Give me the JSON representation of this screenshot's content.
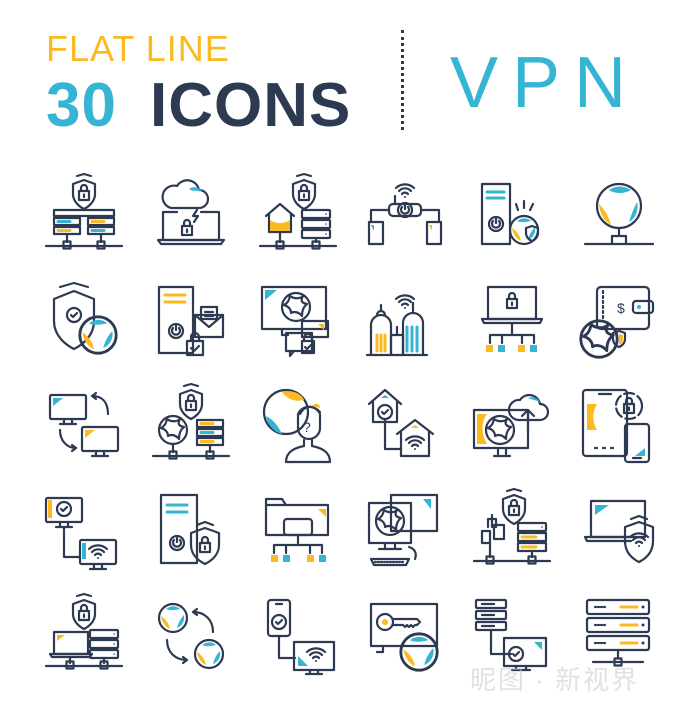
{
  "header": {
    "line1": "FLAT LINE",
    "number": "30",
    "icons_word": "ICONS",
    "topic": "VPN"
  },
  "colors": {
    "yellow": "#FBBA1F",
    "blue": "#35B4D3",
    "navy": "#2D3A52",
    "background": "#FFFFFF"
  },
  "icons": [
    {
      "row": 1,
      "col": 1,
      "name": "secure-server-network-icon"
    },
    {
      "row": 1,
      "col": 2,
      "name": "cloud-laptop-lock-icon"
    },
    {
      "row": 1,
      "col": 3,
      "name": "home-server-shield-icon"
    },
    {
      "row": 1,
      "col": 4,
      "name": "router-devices-icon"
    },
    {
      "row": 1,
      "col": 5,
      "name": "server-globe-shield-icon"
    },
    {
      "row": 1,
      "col": 6,
      "name": "globe-network-icon"
    },
    {
      "row": 2,
      "col": 1,
      "name": "shield-check-globe-icon"
    },
    {
      "row": 2,
      "col": 2,
      "name": "server-mail-lock-icon"
    },
    {
      "row": 2,
      "col": 3,
      "name": "monitor-globe-chat-icon"
    },
    {
      "row": 2,
      "col": 4,
      "name": "city-wifi-icon"
    },
    {
      "row": 2,
      "col": 5,
      "name": "laptop-lock-hierarchy-icon"
    },
    {
      "row": 2,
      "col": 6,
      "name": "wallet-globe-shield-icon"
    },
    {
      "row": 3,
      "col": 1,
      "name": "monitor-sync-icon"
    },
    {
      "row": 3,
      "col": 2,
      "name": "globe-server-shield-icon"
    },
    {
      "row": 3,
      "col": 3,
      "name": "user-globe-question-icon"
    },
    {
      "row": 3,
      "col": 4,
      "name": "home-to-home-wifi-icon"
    },
    {
      "row": 3,
      "col": 5,
      "name": "monitor-cloud-upload-icon"
    },
    {
      "row": 3,
      "col": 6,
      "name": "tablet-phone-lock-sync-icon"
    },
    {
      "row": 4,
      "col": 1,
      "name": "monitor-check-wifi-icon"
    },
    {
      "row": 4,
      "col": 2,
      "name": "server-shield-lock-icon"
    },
    {
      "row": 4,
      "col": 3,
      "name": "folder-hierarchy-icon"
    },
    {
      "row": 4,
      "col": 4,
      "name": "desktop-globe-icon"
    },
    {
      "row": 4,
      "col": 5,
      "name": "chart-server-shield-icon"
    },
    {
      "row": 4,
      "col": 6,
      "name": "laptop-wifi-shield-icon"
    },
    {
      "row": 5,
      "col": 1,
      "name": "laptop-server-shield-icon"
    },
    {
      "row": 5,
      "col": 2,
      "name": "globe-sync-icon"
    },
    {
      "row": 5,
      "col": 3,
      "name": "phone-monitor-wifi-icon"
    },
    {
      "row": 5,
      "col": 4,
      "name": "monitor-key-globe-icon"
    },
    {
      "row": 5,
      "col": 5,
      "name": "server-monitor-check-icon"
    },
    {
      "row": 5,
      "col": 6,
      "name": "server-rack-icon"
    }
  ],
  "watermark": "昵图 · 新视界"
}
